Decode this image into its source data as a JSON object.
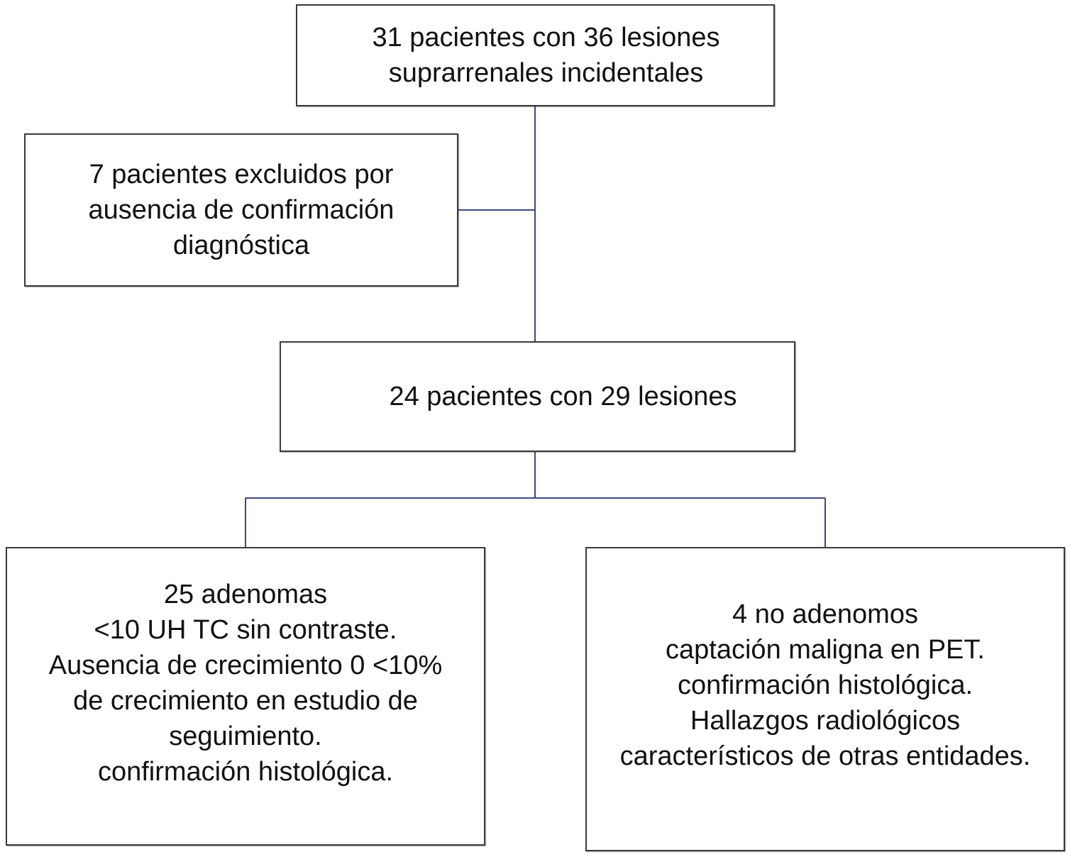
{
  "flowchart": {
    "top_box": {
      "lines": [
        "31 pacientes con 36 lesiones",
        "suprarrenales incidentales"
      ]
    },
    "excluded_box": {
      "lines": [
        "7 pacientes excluidos por",
        "ausencia de confirmación",
        "diagnóstica"
      ]
    },
    "middle_box": {
      "lines": [
        "24 pacientes con 29 lesiones"
      ]
    },
    "left_box": {
      "lines": [
        "25 adenomas",
        "<10 UH TC sin contraste.",
        "Ausencia de crecimiento 0 <10%",
        "de crecimiento en estudio de",
        "seguimiento.",
        "confirmación histológica."
      ]
    },
    "right_box": {
      "lines": [
        "4 no adenomos",
        "captación maligna en PET.",
        "confirmación histológica.",
        "Hallazgos radiológicos",
        "característicos de otras entidades."
      ]
    }
  },
  "colors": {
    "connector": "#3b4a7a",
    "box_border": "#3a3a3a",
    "text": "#111111",
    "background": "#ffffff"
  }
}
